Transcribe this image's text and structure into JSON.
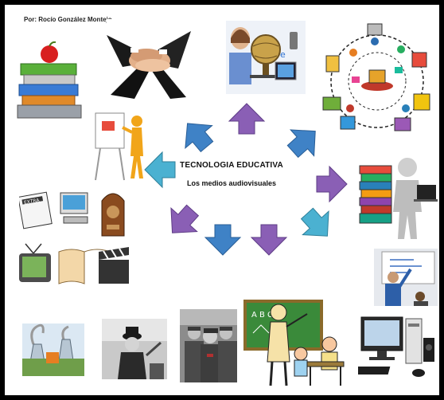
{
  "author": "Por: Rocío González Montejo",
  "center": {
    "title": "TECNOLOGIA EDUCATIVA",
    "subtitle": "Los medios audiovisuales"
  },
  "colors": {
    "arrow_blue": "#3f82c6",
    "arrow_purple": "#8a5fb5",
    "arrow_teal": "#4bb1d1",
    "frame": "#000000"
  },
  "illustrations": [
    "books-apple",
    "team-hands",
    "globe-computer",
    "network-diagram",
    "presenter-easel",
    "reading-person-books",
    "media-devices",
    "tv-book-clapper",
    "teacher-whiteboard",
    "factory",
    "chaplin-photo",
    "soldiers-photo",
    "classroom-teacher",
    "computer-speakers"
  ]
}
